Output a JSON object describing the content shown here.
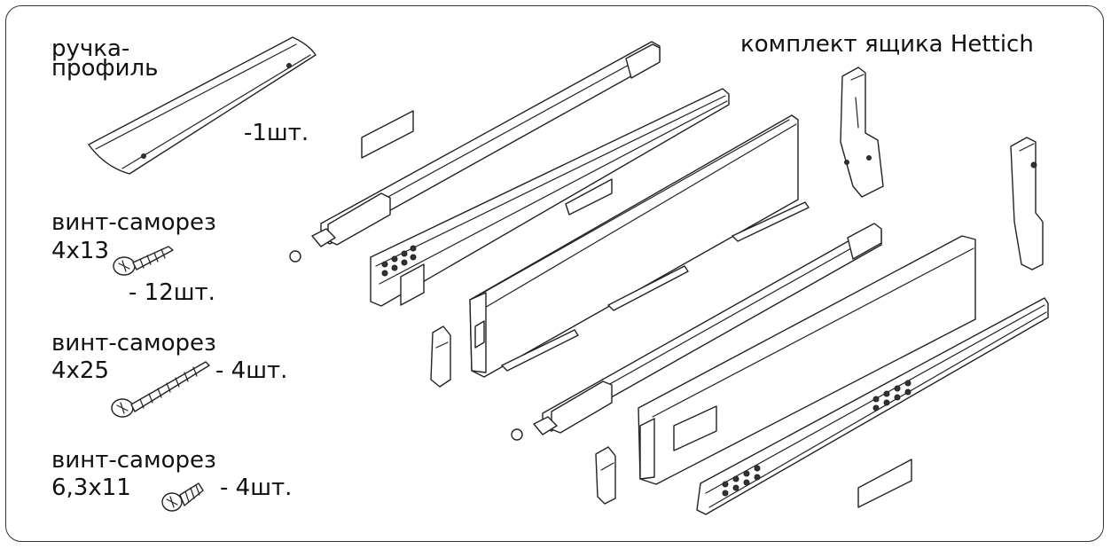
{
  "title": "комплект ящика Hettich",
  "parts": [
    {
      "name_line1": "ручка-",
      "name_line2": "профиль",
      "qty": "-1шт."
    },
    {
      "name_line1": "винт-саморез",
      "name_line2": "4x13",
      "qty": "- 12шт."
    },
    {
      "name_line1": "винт-саморез",
      "name_line2": "4x25",
      "qty": "- 4шт."
    },
    {
      "name_line1": "винт-саморез",
      "name_line2": "6,3x11",
      "qty": "- 4шт."
    }
  ],
  "colors": {
    "line": "#222222",
    "frame": "#333333",
    "background": "#ffffff"
  }
}
